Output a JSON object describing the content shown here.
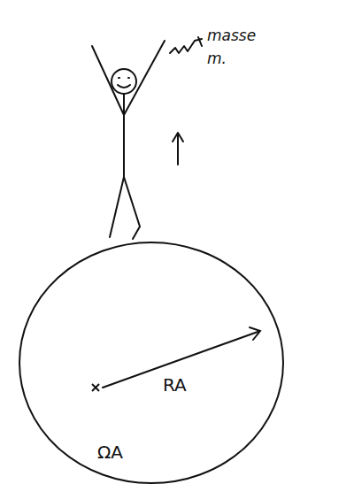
{
  "diagram": {
    "nodes": [
      {
        "text": [
          "RA",
          "ΩA"
        ]
      }
    ],
    "labels": [
      "masse m."
    ]
  }
}
